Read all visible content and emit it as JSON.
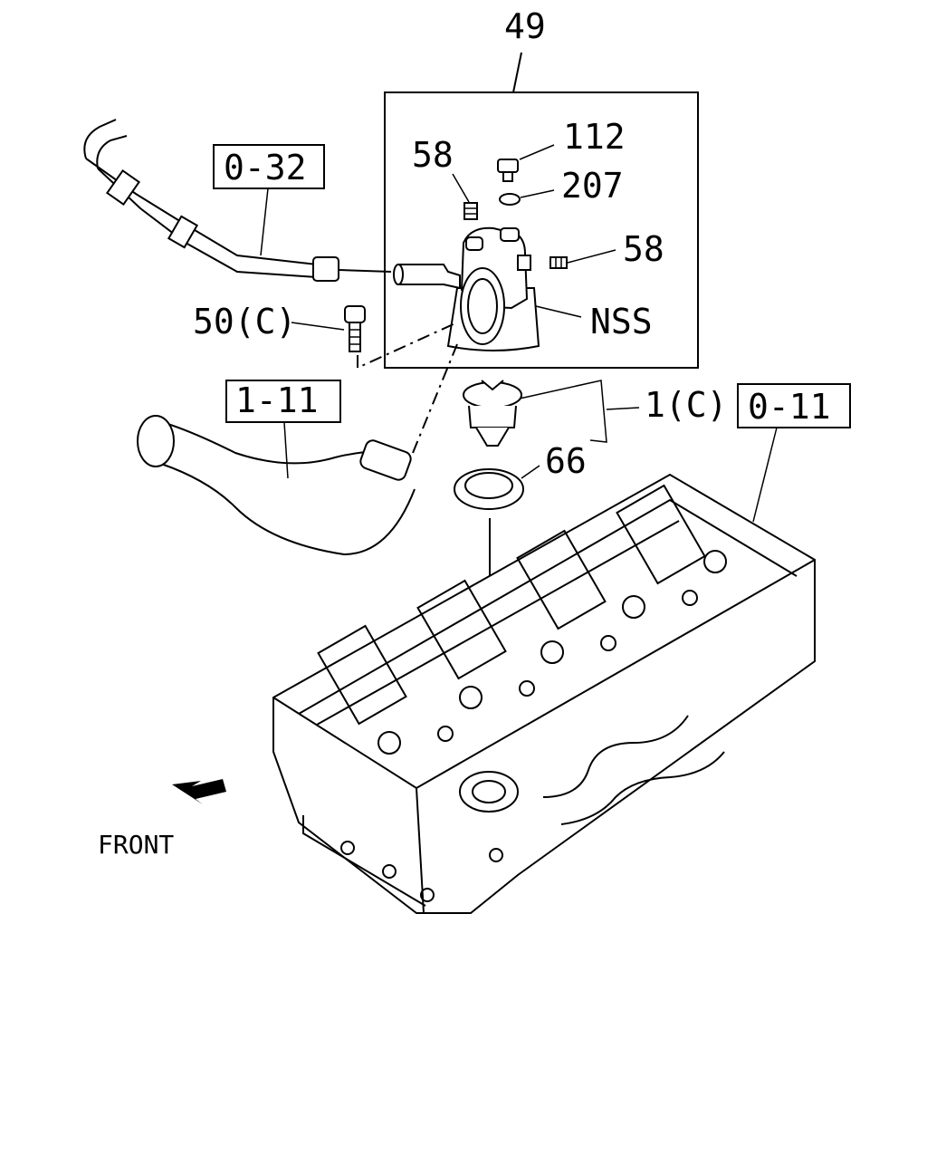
{
  "diagram": {
    "callouts": {
      "assembly": "49",
      "bolt_top": "112",
      "gasket": "207",
      "plug_left": "58",
      "plug_right": "58",
      "bolt_left": "50(C)",
      "housing": "NSS",
      "thermostat": "1(C)",
      "ring": "66"
    },
    "references": {
      "hose_upper": "0-32",
      "hose_lower": "1-11",
      "cylinder_head": "0-11"
    },
    "direction_label": "FRONT"
  }
}
